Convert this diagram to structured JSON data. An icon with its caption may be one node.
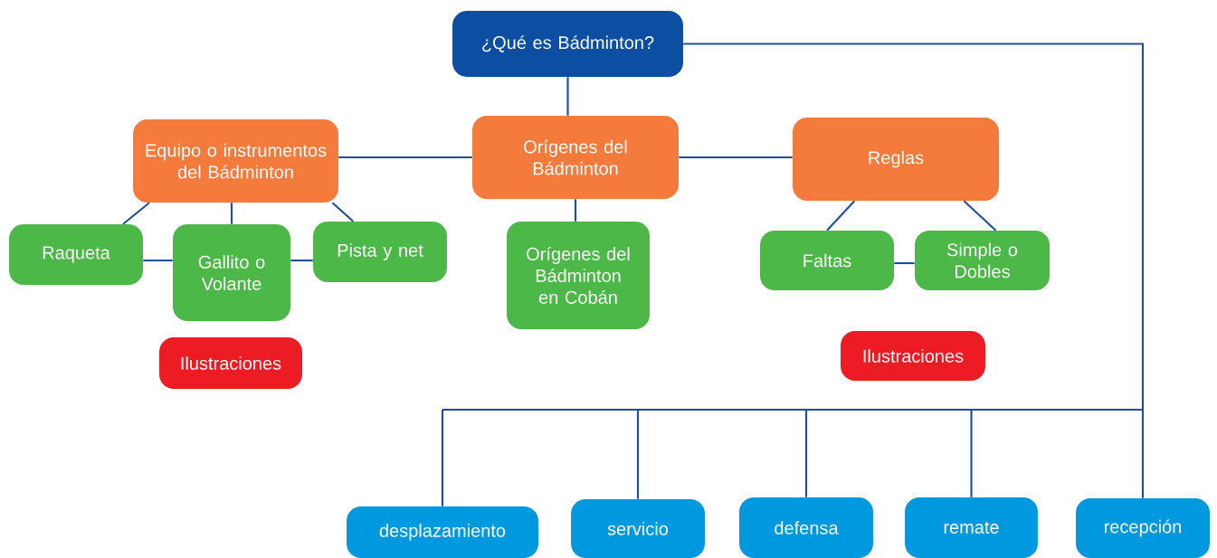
{
  "diagram": {
    "nodes": [
      {
        "text": [
          "¿Qué es Bádminton?"
        ]
      },
      {
        "text": [
          "Equipo o instrumentos del Bádminton"
        ]
      },
      {
        "text": [
          "Orígenes del Bádminton"
        ]
      },
      {
        "text": [
          "Reglas"
        ]
      },
      {
        "text": [
          "Raqueta"
        ]
      },
      {
        "text": [
          "Gallito o Volante"
        ]
      },
      {
        "text": [
          "Pista y net"
        ]
      },
      {
        "text": [
          "Orígenes del Bádminton en Cobán"
        ]
      },
      {
        "text": [
          "Faltas"
        ]
      },
      {
        "text": [
          "Simple o Dobles"
        ]
      },
      {
        "text": [
          "Ilustraciones"
        ]
      },
      {
        "text": [
          "Ilustraciones"
        ]
      },
      {
        "text": [
          "desplazamiento"
        ]
      },
      {
        "text": [
          "servicio"
        ]
      },
      {
        "text": [
          "defensa"
        ]
      },
      {
        "text": [
          "remate"
        ]
      },
      {
        "text": [
          "recepción"
        ]
      }
    ],
    "edges": [
      {
        "from": 0,
        "to": 2,
        "arrow": "none"
      },
      {
        "from": 2,
        "to": 1,
        "arrow": "none"
      },
      {
        "from": 2,
        "to": 3,
        "arrow": "none"
      },
      {
        "from": 2,
        "to": 7,
        "arrow": "none"
      },
      {
        "from": 1,
        "to": 4,
        "arrow": "none"
      },
      {
        "from": 1,
        "to": 5,
        "arrow": "none"
      },
      {
        "from": 1,
        "to": 6,
        "arrow": "none"
      },
      {
        "from": 4,
        "to": 5,
        "arrow": "none"
      },
      {
        "from": 5,
        "to": 6,
        "arrow": "none"
      },
      {
        "from": 3,
        "to": 8,
        "arrow": "none"
      },
      {
        "from": 3,
        "to": 9,
        "arrow": "none"
      },
      {
        "from": 8,
        "to": 9,
        "arrow": "none"
      },
      {
        "from": 0,
        "to": 12,
        "arrow": "none"
      },
      {
        "from": 0,
        "to": 13,
        "arrow": "none"
      },
      {
        "from": 0,
        "to": 14,
        "arrow": "none"
      },
      {
        "from": 0,
        "to": 15,
        "arrow": "none"
      },
      {
        "from": 0,
        "to": 16,
        "arrow": "none"
      }
    ]
  }
}
